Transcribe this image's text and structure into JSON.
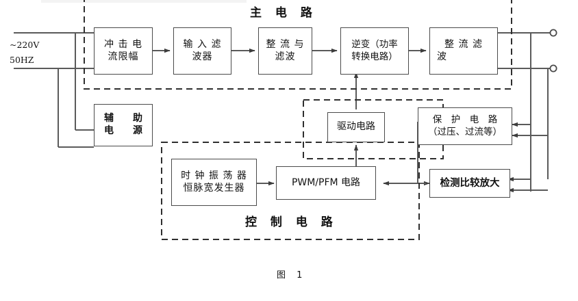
{
  "figure": {
    "caption": "图 1",
    "zones": [
      {
        "id": "main",
        "label": "主 电 路"
      },
      {
        "id": "control",
        "label": "控 制 电 路"
      }
    ]
  },
  "source": {
    "voltage_label": "~220V",
    "frequency_label": "50HZ"
  },
  "blocks": {
    "inrush_limiter": {
      "line1": "冲 击 电",
      "line2": "流限幅"
    },
    "input_filter": {
      "line1": "输 入 滤",
      "line2": "波器"
    },
    "rectifier_filter_1": {
      "line1": "整 流 与",
      "line2": "滤波"
    },
    "inverter": {
      "line1": "逆变（功率",
      "line2": "转换电路）"
    },
    "rectifier_filter_2": {
      "line1": "整 流 滤",
      "line2": "波"
    },
    "aux_power": {
      "line1": "辅　　助",
      "line2": "电　　源"
    },
    "drive_circuit": {
      "line1": "驱动电路"
    },
    "protection": {
      "line1": "保　护　电　路",
      "line2": "（过压、过流等）"
    },
    "pwm_pfm": {
      "line1": "PWM/PFM 电路"
    },
    "clock_osc": {
      "line1": "时 钟 振 荡 器",
      "line2": "恒脉宽发生器"
    },
    "detect_amp": {
      "line1": "检测比较放大"
    }
  },
  "terminals": {
    "output_positive": "output-terminal-1",
    "output_negative": "output-terminal-2"
  },
  "colors": {
    "stroke": "#4a4a4a",
    "wire": "#5a5a5a",
    "text": "#111111",
    "background": "#ffffff"
  }
}
